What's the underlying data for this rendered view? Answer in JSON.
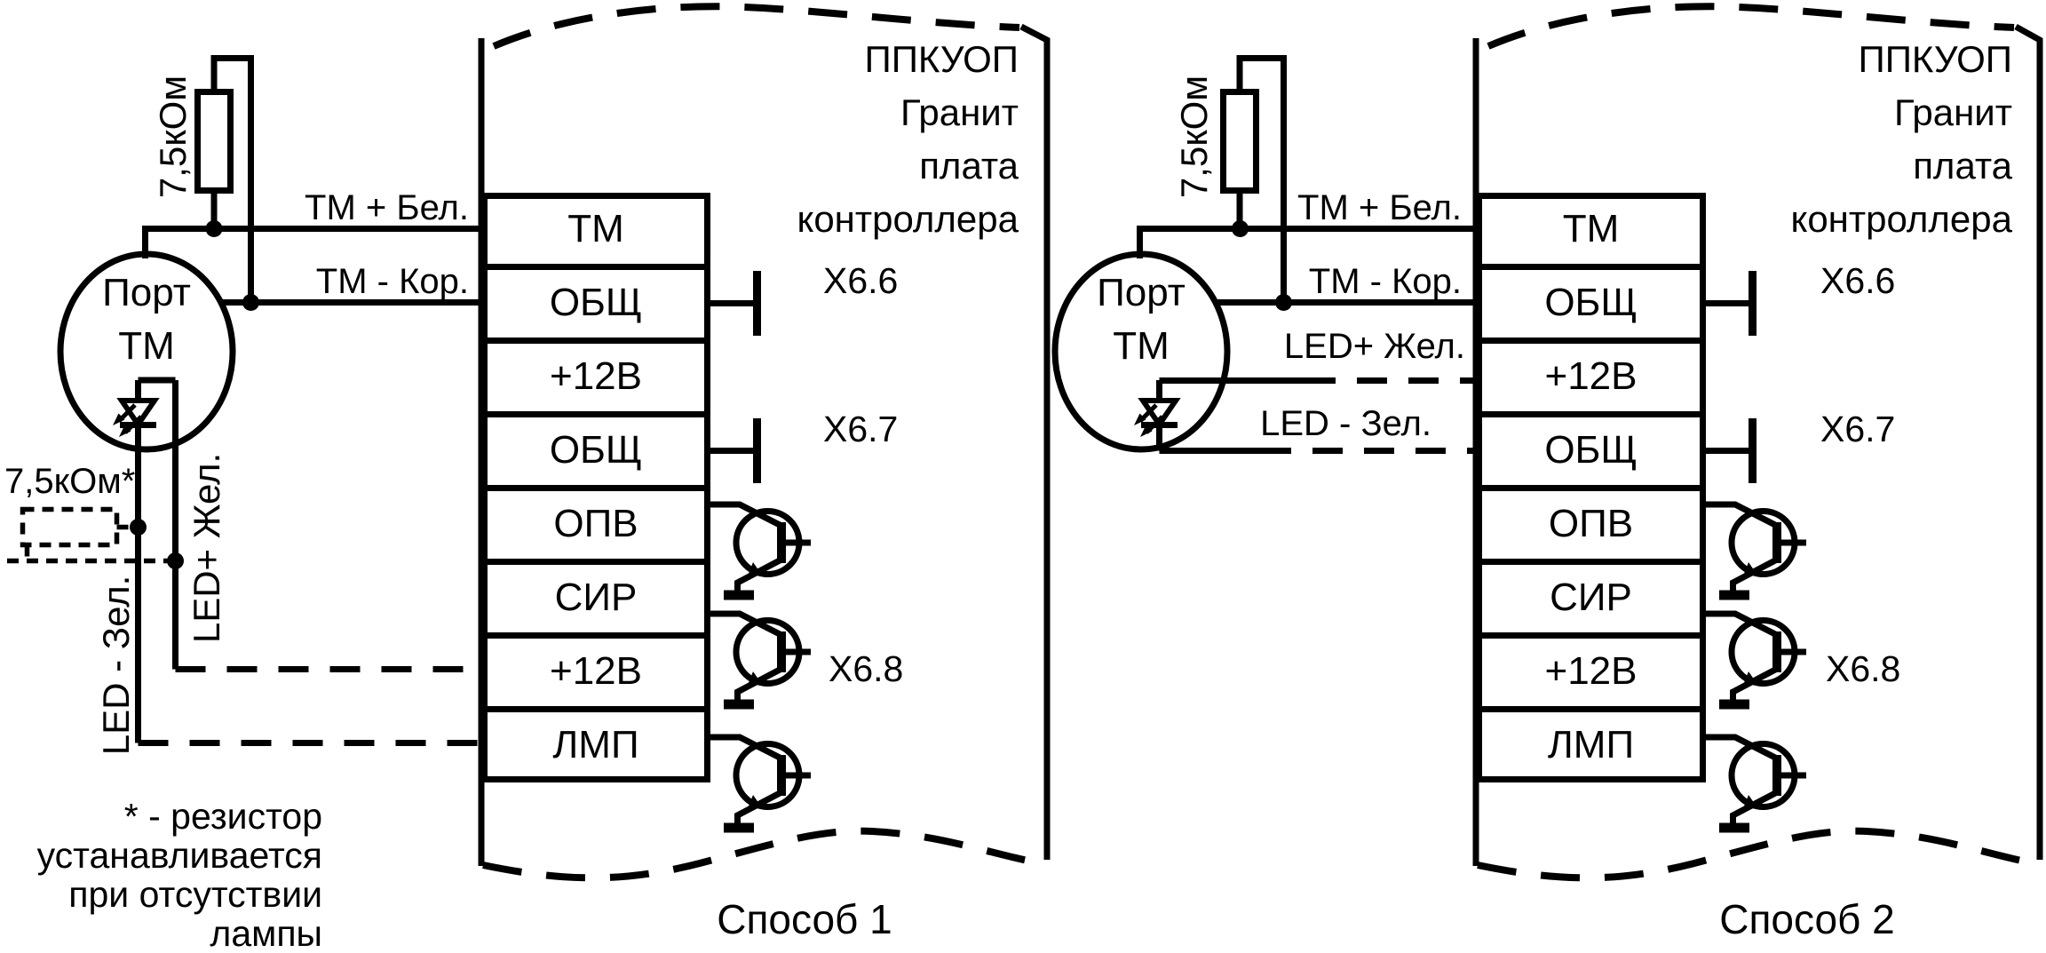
{
  "device": {
    "name_lines": [
      "ППКУОП",
      "Гранит",
      "плата",
      "контроллера"
    ]
  },
  "terminals": [
    "ТМ",
    "ОБЩ",
    "+12В",
    "ОБЩ",
    "ОПВ",
    "СИР",
    "+12В",
    "ЛМП"
  ],
  "connector_labels": {
    "x66": "X6.6",
    "x67": "X6.7",
    "x68": "X6.8"
  },
  "reader_label": {
    "line1": "Порт",
    "line2": "ТМ"
  },
  "resistor_value": "7,5кОм",
  "resistor_value_optional": "7,5кОм*",
  "wires": {
    "tm_plus": "ТМ + Бел.",
    "tm_minus": "ТМ - Кор.",
    "led_plus": "LED+ Жел.",
    "led_minus": "LED - Зел."
  },
  "note_lines": [
    "* - резистор",
    "устанавливается",
    "при отсутствии",
    "лампы"
  ],
  "captions": {
    "method_1": "Способ 1",
    "method_2": "Способ 2"
  },
  "colors": {
    "line": "#000000",
    "background": "#ffffff"
  }
}
